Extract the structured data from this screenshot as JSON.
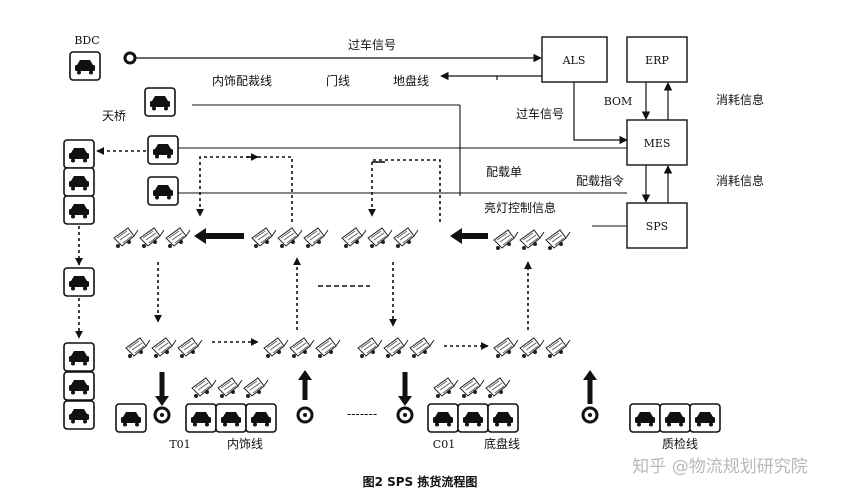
{
  "labels": {
    "bdc": "BDC",
    "signal_top": "过车信号",
    "signal_mid": "过车信号",
    "interior_line": "内饰配裁线",
    "door_line": "门线",
    "chassis_line": "地盘线",
    "bridge": "天桥",
    "bom": "BOM",
    "consume_top": "消耗信息",
    "consume_bottom": "消耗信息",
    "load_list": "配载单",
    "load_cmd": "配载指令",
    "light_info": "亮灯控制信息",
    "t01": "T01",
    "interior": "内饰线",
    "c01": "C01",
    "chassis": "底盘线",
    "qc": "质检线",
    "dash": "-------"
  },
  "boxes": {
    "als": "ALS",
    "erp": "ERP",
    "mes": "MES",
    "sps": "SPS"
  },
  "caption": "图2    SPS 拣货流程图",
  "watermark": "知乎 @物流规划研究院"
}
